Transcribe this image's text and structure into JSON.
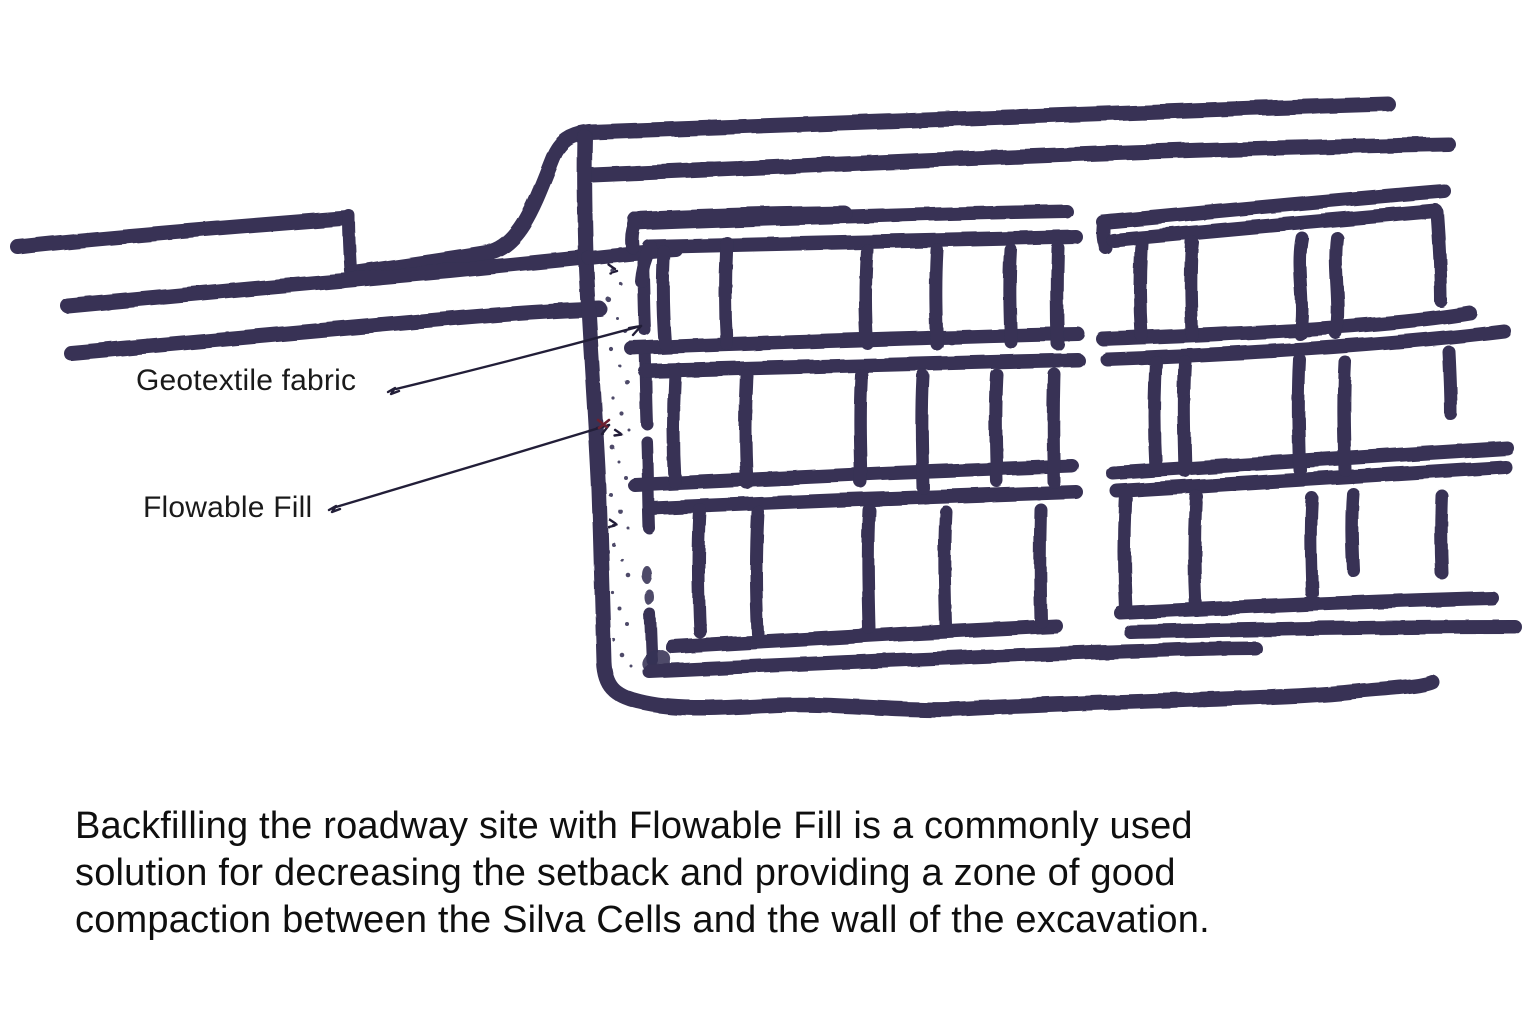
{
  "diagram": {
    "labels": {
      "geotextile": "Geotextile fabric",
      "flowable_fill": "Flowable Fill"
    },
    "ink_color": "#373254",
    "leader_line_color": "#221e38",
    "accent_red": "#6b2030"
  },
  "caption": {
    "line1": "Backfilling the roadway site with Flowable Fill is a commonly used",
    "line2": "solution for decreasing the setback and providing a zone of good",
    "line3": "compaction between the Silva Cells and the wall of the excavation."
  }
}
